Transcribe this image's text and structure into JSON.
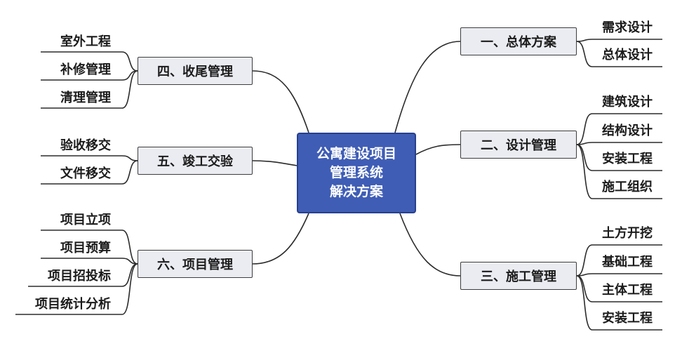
{
  "center": {
    "lines": [
      "公寓建设项目",
      "管理系统",
      "解决方案"
    ]
  },
  "branches": [
    {
      "label": "一、总体方案",
      "side": "right",
      "children": [
        "需求设计",
        "总体设计"
      ]
    },
    {
      "label": "二、设计管理",
      "side": "right",
      "children": [
        "建筑设计",
        "结构设计",
        "安装工程",
        "施工组织"
      ]
    },
    {
      "label": "三、施工管理",
      "side": "right",
      "children": [
        "土方开挖",
        "基础工程",
        "主体工程",
        "安装工程"
      ]
    },
    {
      "label": "四、收尾管理",
      "side": "left",
      "children": [
        "室外工程",
        "补修管理",
        "清理管理"
      ]
    },
    {
      "label": "五、竣工交验",
      "side": "left",
      "children": [
        "验收移交",
        "文件移交"
      ]
    },
    {
      "label": "六、项目管理",
      "side": "left",
      "children": [
        "项目立项",
        "项目预算",
        "项目招投标",
        "项目统计分析"
      ]
    }
  ]
}
